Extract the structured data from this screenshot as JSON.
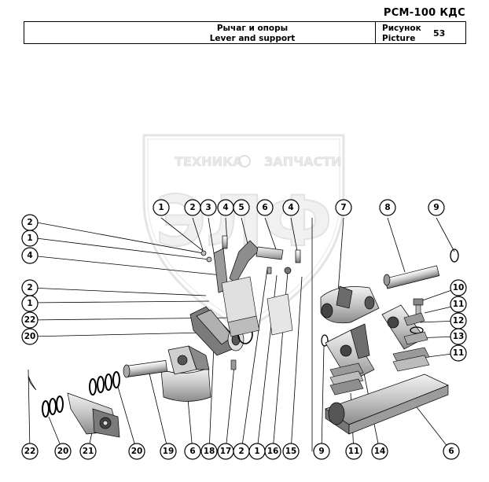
{
  "header": {
    "doc_code": "РСМ-100 КДС",
    "title_ru": "Рычаг и опоры",
    "title_en": "Lever and support",
    "figure_label_ru": "Рисунок",
    "figure_label_en": "Picture",
    "figure_number": "53"
  },
  "watermark": {
    "text_left": "ТЕХНИКА",
    "text_right": "ЗАПЧАСТИ",
    "logo": "ЭЛФ",
    "color": "#e8e8e8"
  },
  "callouts": {
    "top": [
      "1",
      "2",
      "3",
      "4",
      "5",
      "6",
      "4",
      "7",
      "8",
      "9"
    ],
    "left": [
      "2",
      "1",
      "4",
      "2",
      "1",
      "22",
      "20"
    ],
    "right": [
      "10",
      "11",
      "12",
      "13",
      "11"
    ],
    "bottom": [
      "22",
      "20",
      "21",
      "20",
      "19",
      "6",
      "18",
      "17",
      "2",
      "1",
      "16",
      "15",
      "9",
      "11",
      "14",
      "6"
    ]
  },
  "colors": {
    "line": "#000000",
    "part_fill": "#cfcfcf",
    "part_dark": "#6a6a6a"
  }
}
